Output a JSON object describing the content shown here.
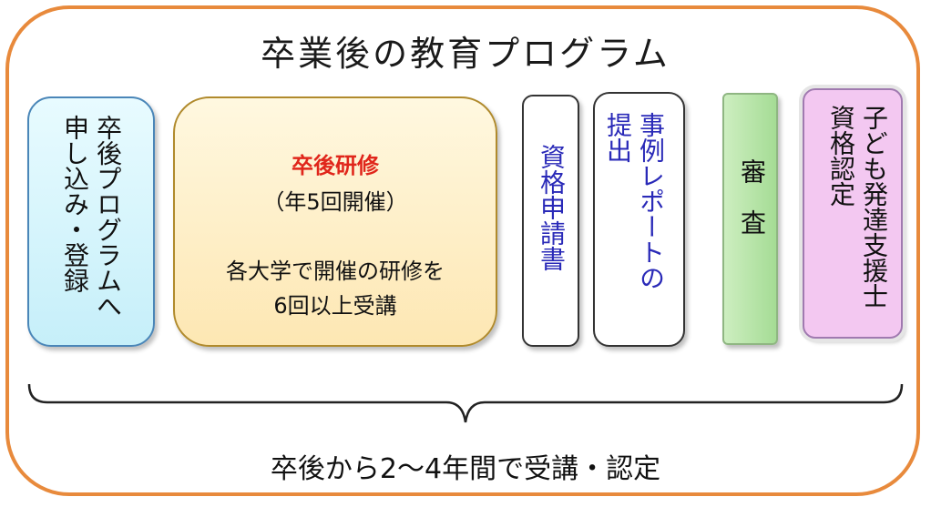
{
  "title": "卒業後の教育プログラム",
  "steps": {
    "register": {
      "line1": "卒後プログラムへ",
      "line2": "申し込み・登録"
    },
    "training": {
      "heading": "卒後研修",
      "sub": "（年5回開催）",
      "desc1": "各大学で開催の研修を",
      "desc2": "6回以上受講"
    },
    "application": {
      "label": "資格申請書"
    },
    "report": {
      "line1": "事例レポートの",
      "line2": "提出"
    },
    "review": {
      "label": "審　査"
    },
    "certification": {
      "line1": "子ども発達支援士",
      "line2": "資格認定"
    }
  },
  "footer": "卒後から2〜4年間で受講・認定",
  "colors": {
    "frame": "#e88a3c",
    "register_fill": "#c6eff9",
    "training_fill": "#fde7b3",
    "training_heading": "#e0261b",
    "blue_text": "#2a2ab8",
    "review_fill": "#a5dc95",
    "certification_fill": "#f3c8f1"
  }
}
